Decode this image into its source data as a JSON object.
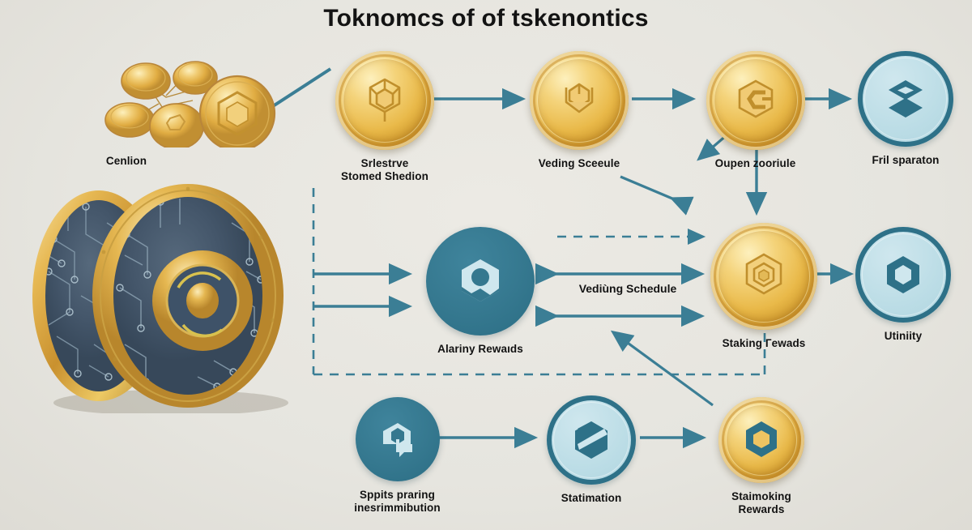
{
  "page": {
    "title": "Toknomcs of of tskenontics",
    "background_color": "#e8e7e2",
    "accent_teal": "#2e7188",
    "accent_gold": "#e9b949",
    "light_blue": "#bcdde6"
  },
  "illustration": {
    "cluster_label": "Cenlion",
    "cluster_icon": "gold-coin-network-icon",
    "hero_icon": "3d-gold-circuit-coins"
  },
  "nodes": [
    {
      "id": "reserve-supply",
      "label": "Srlestrve\nStomed Shedion",
      "style": "gold-coin",
      "icon": "cube-network-icon"
    },
    {
      "id": "vesting-schedule",
      "label": "Veding Sceeule",
      "style": "gold-coin",
      "icon": "open-box-icon"
    },
    {
      "id": "open-schedule",
      "label": "Oupen zooriule",
      "style": "gold-coin",
      "icon": "c-hexagon-icon"
    },
    {
      "id": "final-separation",
      "label": "Fril sparaton",
      "style": "blue-circle",
      "icon": "layers-stack-icon"
    },
    {
      "id": "farming-rewards",
      "label": "Alariny Rewaıds",
      "style": "teal-solid",
      "icon": "hexagon-node-icon"
    },
    {
      "id": "staking-rewards",
      "label": "Staking Гewads",
      "style": "gold-coin",
      "icon": "nested-hexagon-icon"
    },
    {
      "id": "utility",
      "label": "Utiniity",
      "style": "blue-circle",
      "icon": "hexagon-ring-icon"
    },
    {
      "id": "supply-distribution",
      "label": "Sppits praring\ninesrimmibution",
      "style": "teal-solid",
      "icon": "house-hexagon-icon"
    },
    {
      "id": "estimation",
      "label": "Statimation",
      "style": "blue-circle",
      "icon": "s-hexagon-icon"
    },
    {
      "id": "staking-rewards-2",
      "label": "Staimoking\nRewards",
      "style": "gold-coin-blue-icon",
      "icon": "hexagon-ring-icon"
    }
  ],
  "edge_labels": [
    {
      "id": "vesting-schedule-edge",
      "text": "Vediùng Schedule"
    }
  ]
}
